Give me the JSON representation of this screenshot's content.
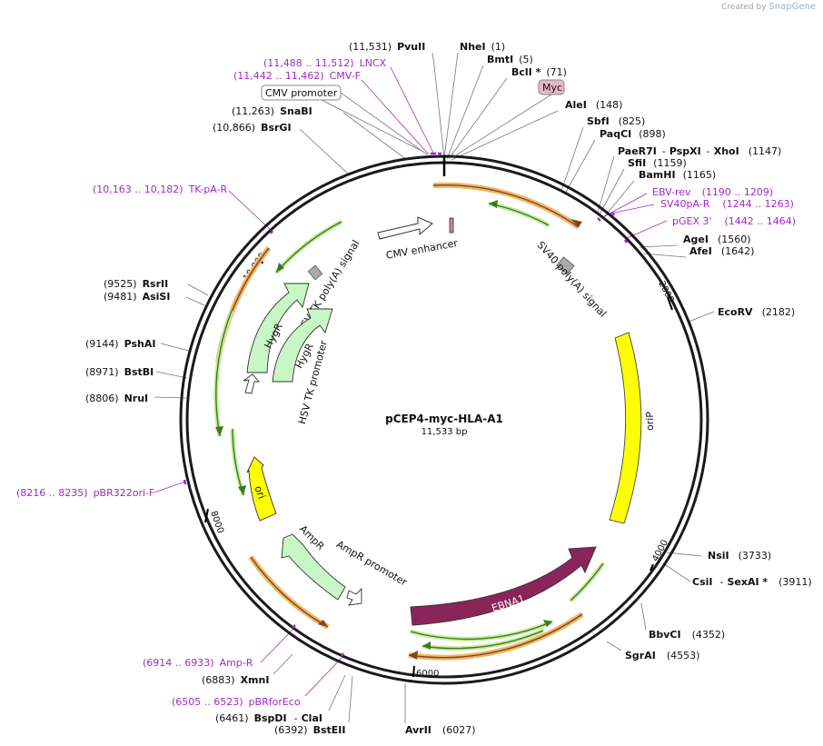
{
  "credit": {
    "prefix": "Created by",
    "brand": "SnapGene"
  },
  "plasmid": {
    "name": "pCEP4-myc-HLA-A1",
    "length": "11,533 bp"
  },
  "ticks": [
    "2000",
    "4000",
    "6000",
    "8000",
    "10,000"
  ],
  "sites": {
    "pvuii": {
      "pos": "(11,531)",
      "name": "PvuII"
    },
    "nhei": {
      "name": "NheI",
      "pos": "(1)"
    },
    "bmti": {
      "name": "BmtI",
      "pos": "(5)"
    },
    "bcli": {
      "name": "BclI *",
      "pos": "(71)"
    },
    "alei": {
      "name": "AleI",
      "pos": "(148)"
    },
    "sbfi": {
      "name": "SbfI",
      "pos": "(825)"
    },
    "paqci": {
      "name": "PaqCI",
      "pos": "(898)"
    },
    "paer7i": {
      "name": "PaeR7I",
      "sep1": "-",
      "name2": "PspXI",
      "sep2": "-",
      "name3": "XhoI",
      "pos": "(1147)"
    },
    "sfii": {
      "name": "SfiI",
      "pos": "(1159)"
    },
    "bamhi": {
      "name": "BamHI",
      "pos": "(1165)"
    },
    "agei": {
      "name": "AgeI",
      "pos": "(1560)"
    },
    "afei": {
      "name": "AfeI",
      "pos": "(1642)"
    },
    "ecorv": {
      "name": "EcoRV",
      "pos": "(2182)"
    },
    "nsii": {
      "name": "NsiI",
      "pos": "(3733)"
    },
    "csii": {
      "name": "CsiI",
      "sep": "-",
      "name2": "SexAI *",
      "pos": "(3911)"
    },
    "bbvci": {
      "name": "BbvCI",
      "pos": "(4352)"
    },
    "sgrai": {
      "name": "SgrAI",
      "pos": "(4553)"
    },
    "avrii": {
      "name": "AvrII",
      "pos": "(6027)"
    },
    "bsteii": {
      "pos": "(6392)",
      "name": "BstEII"
    },
    "bspdi": {
      "pos": "(6461)",
      "name": "BspDI",
      "sep": "-",
      "name2": "ClaI"
    },
    "xmni": {
      "pos": "(6883)",
      "name": "XmnI"
    },
    "nrui": {
      "pos": "(8806)",
      "name": "NruI"
    },
    "bstbi": {
      "pos": "(8971)",
      "name": "BstBI"
    },
    "pshai": {
      "pos": "(9144)",
      "name": "PshAI"
    },
    "asisi": {
      "pos": "(9481)",
      "name": "AsiSI"
    },
    "rsrii": {
      "pos": "(9525)",
      "name": "RsrII"
    },
    "bsrgi": {
      "pos": "(10,866)",
      "name": "BsrGI"
    },
    "snabi": {
      "pos": "(11,263)",
      "name": "SnaBI"
    }
  },
  "primers": {
    "lncx": {
      "pos": "(11,488 .. 11,512)",
      "name": "LNCX"
    },
    "cmvf": {
      "pos": "(11,442 .. 11,462)",
      "name": "CMV-F"
    },
    "ebvrev": {
      "name": "EBV-rev",
      "pos": "(1190 .. 1209)"
    },
    "sv40par": {
      "name": "SV40pA-R",
      "pos": "(1244 .. 1263)"
    },
    "pgex3": {
      "name": "pGEX 3'",
      "pos": "(1442 .. 1464)"
    },
    "tkpar": {
      "pos": "(10,163 .. 10,182)",
      "name": "TK-pA-R"
    },
    "pbr322": {
      "pos": "(8216 .. 8235)",
      "name": "pBR322ori-F"
    },
    "ampr": {
      "pos": "(6914 .. 6933)",
      "name": "Amp-R"
    },
    "pbrforeco": {
      "pos": "(6505 .. 6523)",
      "name": "pBRforEco"
    }
  },
  "features": {
    "cmv_promoter": "CMV promoter",
    "myc": "Myc",
    "cmv_enhancer": "CMV enhancer",
    "sv40": "SV40 poly(A) signal",
    "hsv_tk_polya": "HSV TK poly(A) signal",
    "hygr1": "HygR",
    "hygr2": "HygR",
    "hsv_tk_promoter": "HSV TK promoter",
    "orip": "oriP",
    "ori": "ori",
    "ampr": "AmpR",
    "ampr_promoter": "AmpR promoter",
    "ebna1": "EBNA1"
  },
  "colors": {
    "backbone": "#1a1a1a",
    "orf_arrow": "#6fa83a",
    "orf_halo": "#f0b56a",
    "primer": "#a129c9",
    "oriP": "#ffff00",
    "ebna1": "#8b2559",
    "marker": "#cfcfcf",
    "feature_green": "#c8f7c5",
    "myc_fill": "#e7b8c9"
  }
}
